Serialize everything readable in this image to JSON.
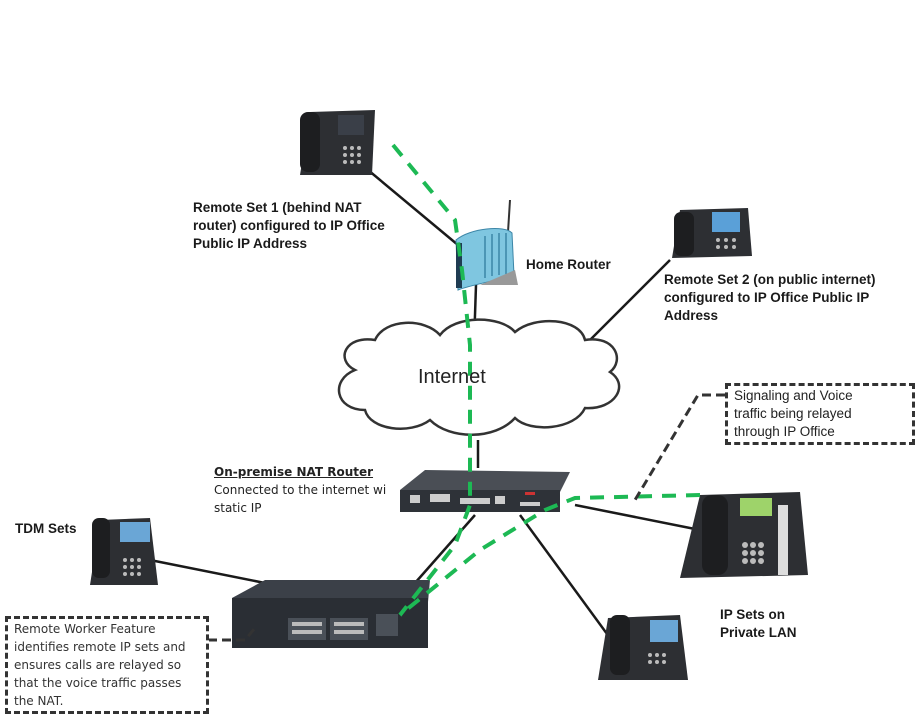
{
  "diagram": {
    "cloud_label": "Internet",
    "labels": {
      "remote_set_1": [
        "Remote Set 1 (behind NAT",
        "router) configured to IP Office",
        "Public IP Address"
      ],
      "home_router": "Home Router",
      "remote_set_2": [
        "Remote Set 2 (on public internet)",
        "configured to IP Office Public IP",
        "Address"
      ],
      "tdm_sets": "TDM Sets",
      "ip_sets": [
        "IP Sets on",
        "Private LAN"
      ]
    },
    "nat_router": {
      "title": "On-premise NAT Router",
      "line1": "Connected to the internet wi",
      "line2": "static IP"
    },
    "notes": {
      "signaling": [
        "Signaling and Voice",
        "traffic being relayed",
        "through IP Office"
      ],
      "remote_worker": [
        "Remote Worker Feature",
        "identifies remote IP sets and",
        "ensures calls are relayed so",
        "that the voice traffic passes",
        "the NAT."
      ]
    },
    "colors": {
      "voice_path": "#1db954",
      "link": "#1a1a1a",
      "callout": "#333333"
    }
  }
}
